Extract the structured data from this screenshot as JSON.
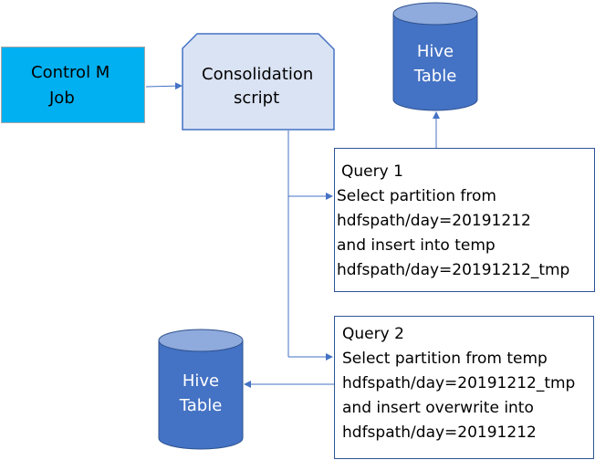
{
  "control_job": {
    "line1": "Control M",
    "line2": "Job"
  },
  "consolidation": {
    "line1": "Consolidation",
    "line2": "script"
  },
  "hive_top": {
    "line1": "Hive",
    "line2": "Table"
  },
  "hive_bottom": {
    "line1": "Hive",
    "line2": "Table"
  },
  "query1": {
    "title": "Query 1",
    "lines": [
      "Select partition from",
      "hdfspath/day=20191212",
      "and insert into temp",
      "hdfspath/day=20191212_tmp"
    ]
  },
  "query2": {
    "title": "Query 2",
    "lines": [
      "Select partition from temp",
      "hdfspath/day=20191212_tmp",
      "and insert overwrite into",
      "hdfspath/day=20191212"
    ]
  },
  "colors": {
    "control_fill": "#00b0f0",
    "script_fill": "#dae3f3",
    "script_stroke": "#4472c4",
    "cylinder_fill": "#4472c4",
    "cylinder_top": "#8faadc",
    "connector": "#4472c4"
  }
}
